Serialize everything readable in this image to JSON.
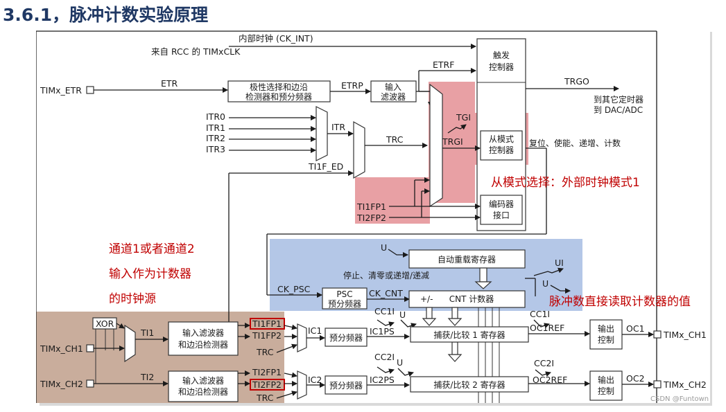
{
  "title": "3.6.1，脉冲计数实验原理",
  "diagram": {
    "ck_int": "内部时钟 (CK_INT)",
    "rcc": "来自 RCC 的 TIMxCLK",
    "timx_etr": "TIMx_ETR",
    "etr": "ETR",
    "polarity_box": [
      "极性选择和边沿",
      "检测器和预分频器"
    ],
    "etrp": "ETRP",
    "input_filter": [
      "输入",
      "滤波器"
    ],
    "etrf": "ETRF",
    "trigger_ctrl": [
      "触发",
      "控制器"
    ],
    "trgo": "TRGO",
    "to_other": [
      "到其它定时器",
      "到 DAC/ADC"
    ],
    "itr": [
      "ITR0",
      "ITR1",
      "ITR2",
      "ITR3"
    ],
    "itr_label": "ITR",
    "trc": "TRC",
    "tgi": "TGI",
    "trgi": "TRGI",
    "slave_ctrl": [
      "从模式",
      "控制器"
    ],
    "slave_actions": "复位、使能、递增、计数",
    "ti1f_ed": "TI1F_ED",
    "ti1fp1": "TI1FP1",
    "ti2fp2": "TI2FP2",
    "encoder": [
      "编码器",
      "接口"
    ],
    "u": "U",
    "ui": "UI",
    "autoreload": "自动重载寄存器",
    "stop_text": "停止、清零或递增/递减",
    "ck_psc": "CK_PSC",
    "psc": [
      "PSC",
      "预分频器"
    ],
    "ck_cnt": "CK_CNT",
    "pm": "+/-",
    "cnt": "CNT 计数器",
    "xor": "XOR",
    "ti1": "TI1",
    "ti2": "TI2",
    "timx_ch1": "TIMx_CH1",
    "timx_ch2": "TIMx_CH2",
    "filter_edge": [
      "输入滤波器",
      "和边沿检测器"
    ],
    "ch1_outs": [
      "TI1FP1",
      "TI1FP2",
      "TRC"
    ],
    "ch2_outs": [
      "TI2FP1",
      "TI2FP2",
      "TRC"
    ],
    "ic1": "IC1",
    "ic2": "IC2",
    "prescaler": "预分频器",
    "ic1ps": "IC1PS",
    "ic2ps": "IC2PS",
    "cc1i": "CC1I",
    "cc2i": "CC2I",
    "capcomp1": "捕获/比较 1 寄存器",
    "capcomp2": "捕获/比较 2 寄存器",
    "oc1ref": "OC1REF",
    "oc2ref": "OC2REF",
    "output_ctrl": [
      "输出",
      "控制"
    ],
    "oc1": "OC1",
    "oc2": "OC2"
  },
  "annotations": {
    "slave_mode": "从模式选择：外部时钟模式1",
    "channel_note": [
      "通道1或者通道2",
      "输入作为计数器",
      "的时钟源"
    ],
    "count_note": "脉冲数直接读取计数器的值"
  },
  "watermark": "CSDN @Funtown",
  "colors": {
    "title": "#1f3864",
    "annotation": "#c00000",
    "red_highlight": "#e8a0a4",
    "blue_highlight": "#b4c7e7",
    "brown_highlight": "#c9ad9c"
  }
}
